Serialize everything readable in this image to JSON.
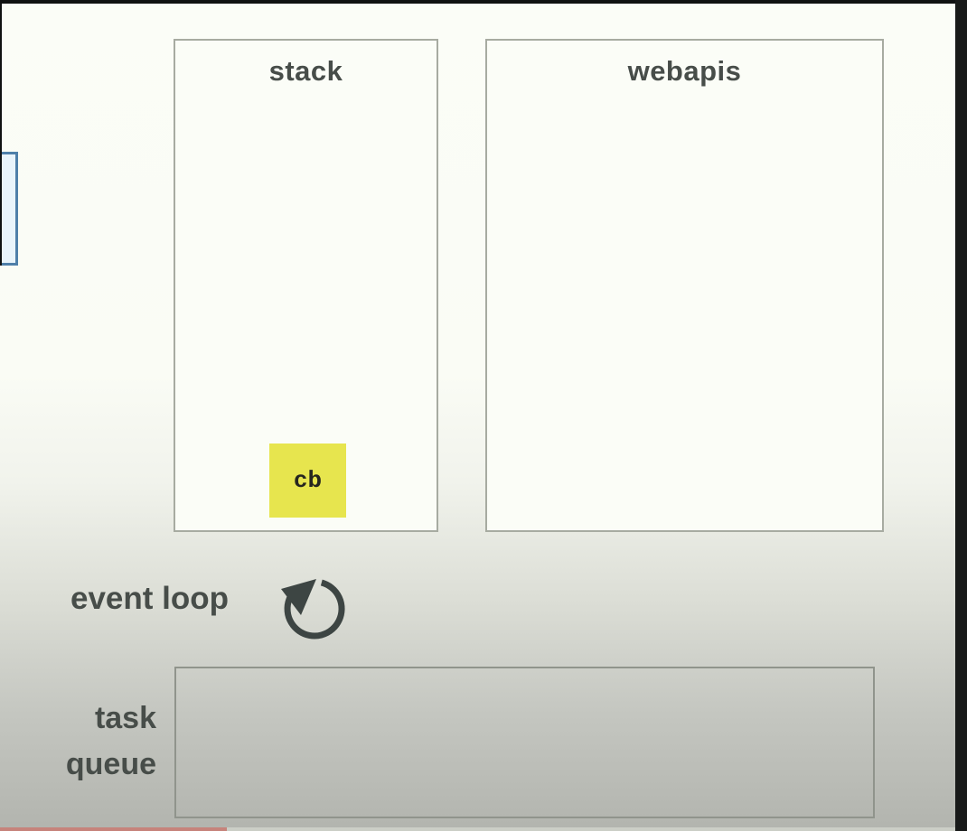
{
  "panels": {
    "stack": {
      "title": "stack",
      "items": [
        {
          "label": "cb"
        }
      ]
    },
    "webapis": {
      "title": "webapis",
      "items": []
    },
    "task_queue": {
      "title_lines": [
        "task",
        "queue"
      ],
      "items": []
    }
  },
  "event_loop": {
    "label": "event loop",
    "icon": "counterclockwise-rotate-icon"
  },
  "colors": {
    "stack_item_yellow": "#e7e54e",
    "panel_border": "#a7aba1",
    "label_text": "#474d49",
    "icon_dark": "#3d4543",
    "highlight_box_border": "#4e7fa9",
    "highlight_box_fill": "#e9f4fb",
    "letterbox_black": "#141616",
    "progress_played": "#c6837b",
    "progress_remaining": "#cbcec6"
  },
  "video_progress": {
    "played_fraction": 0.235
  }
}
